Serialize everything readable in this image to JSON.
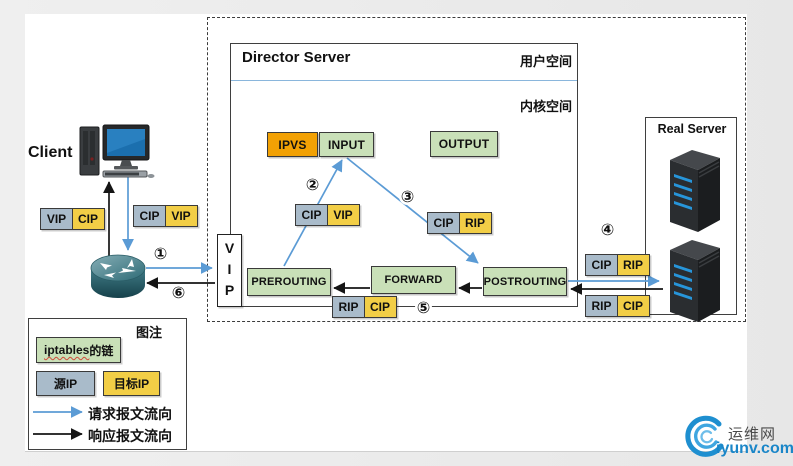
{
  "labels": {
    "client": "Client",
    "director_title": "Director Server",
    "user_space": "用户空间",
    "kernel_space": "内核空间",
    "real_server": "Real Server",
    "vip_node": "VIP"
  },
  "chains": {
    "ipvs": "IPVS",
    "input": "INPUT",
    "output": "OUTPUT",
    "prerouting": "PREROUTING",
    "forward": "FORWARD",
    "postrouting": "POSTROUTING"
  },
  "packets": {
    "response_at_client": {
      "src": "VIP",
      "dst": "CIP"
    },
    "request_from_client": {
      "src": "CIP",
      "dst": "VIP"
    },
    "request_in_director": {
      "src": "CIP",
      "dst": "VIP"
    },
    "request_after_ipvs": {
      "src": "CIP",
      "dst": "RIP"
    },
    "request_to_real_server": {
      "src": "CIP",
      "dst": "RIP"
    },
    "response_from_real_server": {
      "src": "RIP",
      "dst": "CIP"
    },
    "response_in_director": {
      "src": "RIP",
      "dst": "CIP"
    }
  },
  "steps": {
    "s1": "①",
    "s2": "②",
    "s3": "③",
    "s4": "④",
    "s5": "⑤",
    "s6": "⑥"
  },
  "legend": {
    "title": "图注",
    "chain_word": "iptables",
    "chain_suffix": "的链",
    "source_ip": "源IP",
    "dest_ip": "目标IP",
    "request_flow": "请求报文流向",
    "response_flow": "响应报文流向"
  },
  "logo": {
    "site_name": "运维网",
    "site_domain": "iyunv.com"
  },
  "colors": {
    "source_box": "#a9bbca",
    "dest_box": "#f2ce46",
    "chain_box": "#c9e0b8",
    "ipvs_box": "#f2a104",
    "request_arrow": "#5b9bd5",
    "response_arrow": "#151515"
  }
}
